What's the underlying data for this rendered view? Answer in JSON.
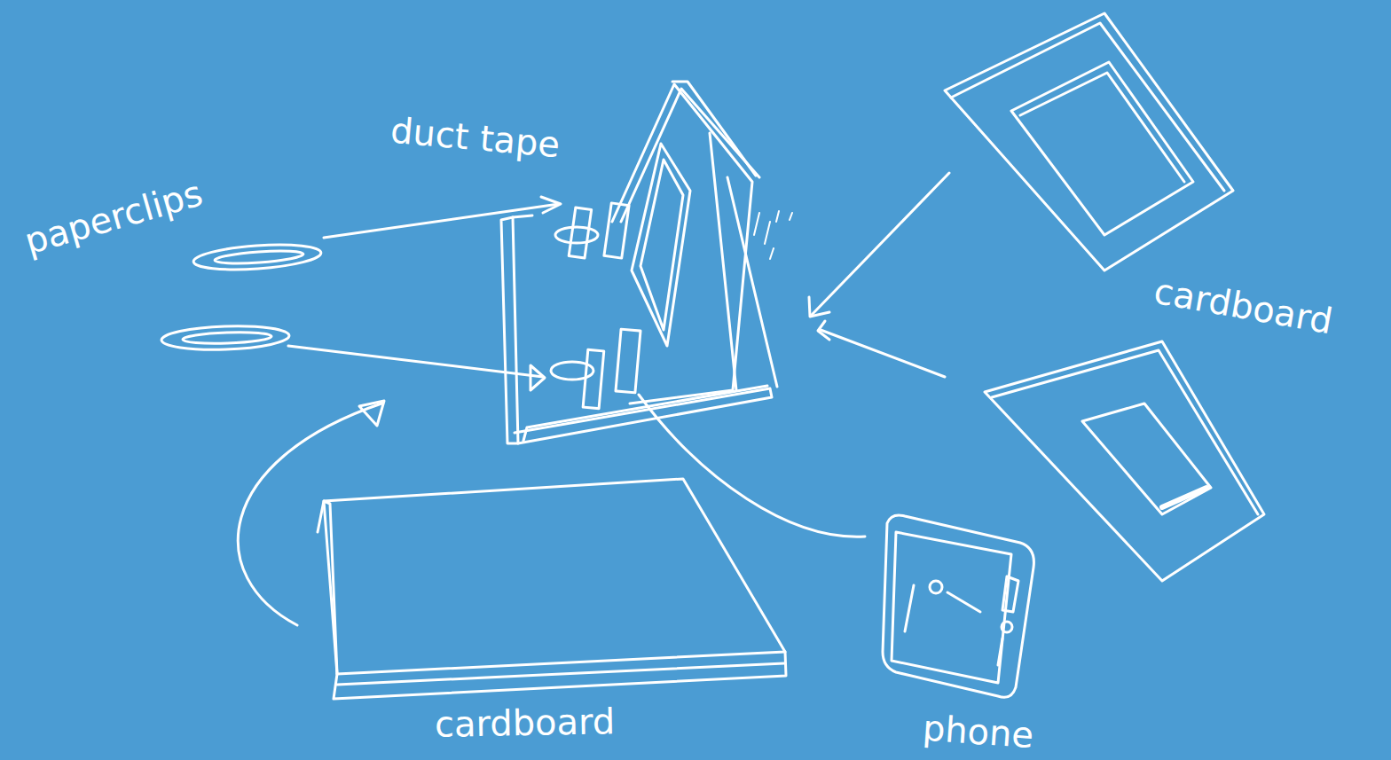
{
  "diagram": {
    "labels": [
      "duct tape",
      "paperclips",
      "cardboard",
      "cardboard",
      "phone"
    ]
  }
}
